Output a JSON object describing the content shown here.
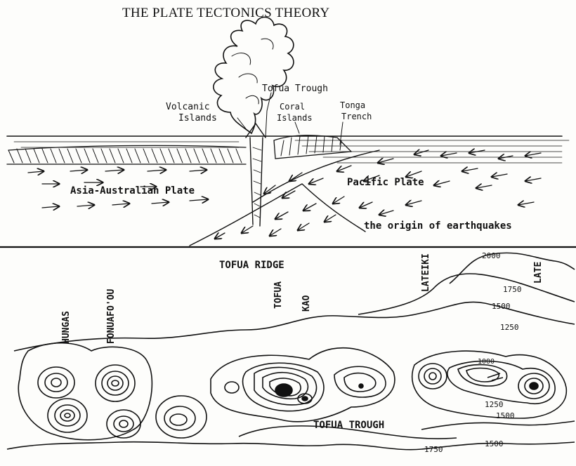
{
  "title": "THE PLATE TECTONICS THEORY",
  "cross_section": {
    "labels": {
      "volcanic_islands_1": "Volcanic",
      "volcanic_islands_2": "Islands",
      "tofua_trough": "Tofua Trough",
      "coral_islands_1": "Coral",
      "coral_islands_2": "Islands",
      "tonga_trench_1": "Tonga",
      "tonga_trench_2": "Trench",
      "asia_australian_plate": "Asia-Australian Plate",
      "pacific_plate": "Pacific Plate",
      "origin_of_earthquakes": "the origin of earthquakes"
    }
  },
  "bathymetry_map": {
    "feature_labels": {
      "tofua_ridge": "TOFUA RIDGE",
      "tofua_trough": "TOFUA TROUGH"
    },
    "island_labels": {
      "hungas": "HUNGAS",
      "fonuafo_ou": "FONUAFO'OU",
      "tofua": "TOFUA",
      "kao": "KAO",
      "lateiki": "LATEIKI",
      "late": "LATE"
    },
    "depth_contours": {
      "c2000": "2000",
      "c1750_top": "1750",
      "c1500_top": "1500",
      "c1250_top": "1250",
      "c1000": "1000",
      "c1250_low": "1250",
      "c1500_low": "1500",
      "c1750_bottom": "1750",
      "c1500_bottom": "1500"
    }
  },
  "colors": {
    "ink": "#111111",
    "paper": "#fdfdfb"
  }
}
